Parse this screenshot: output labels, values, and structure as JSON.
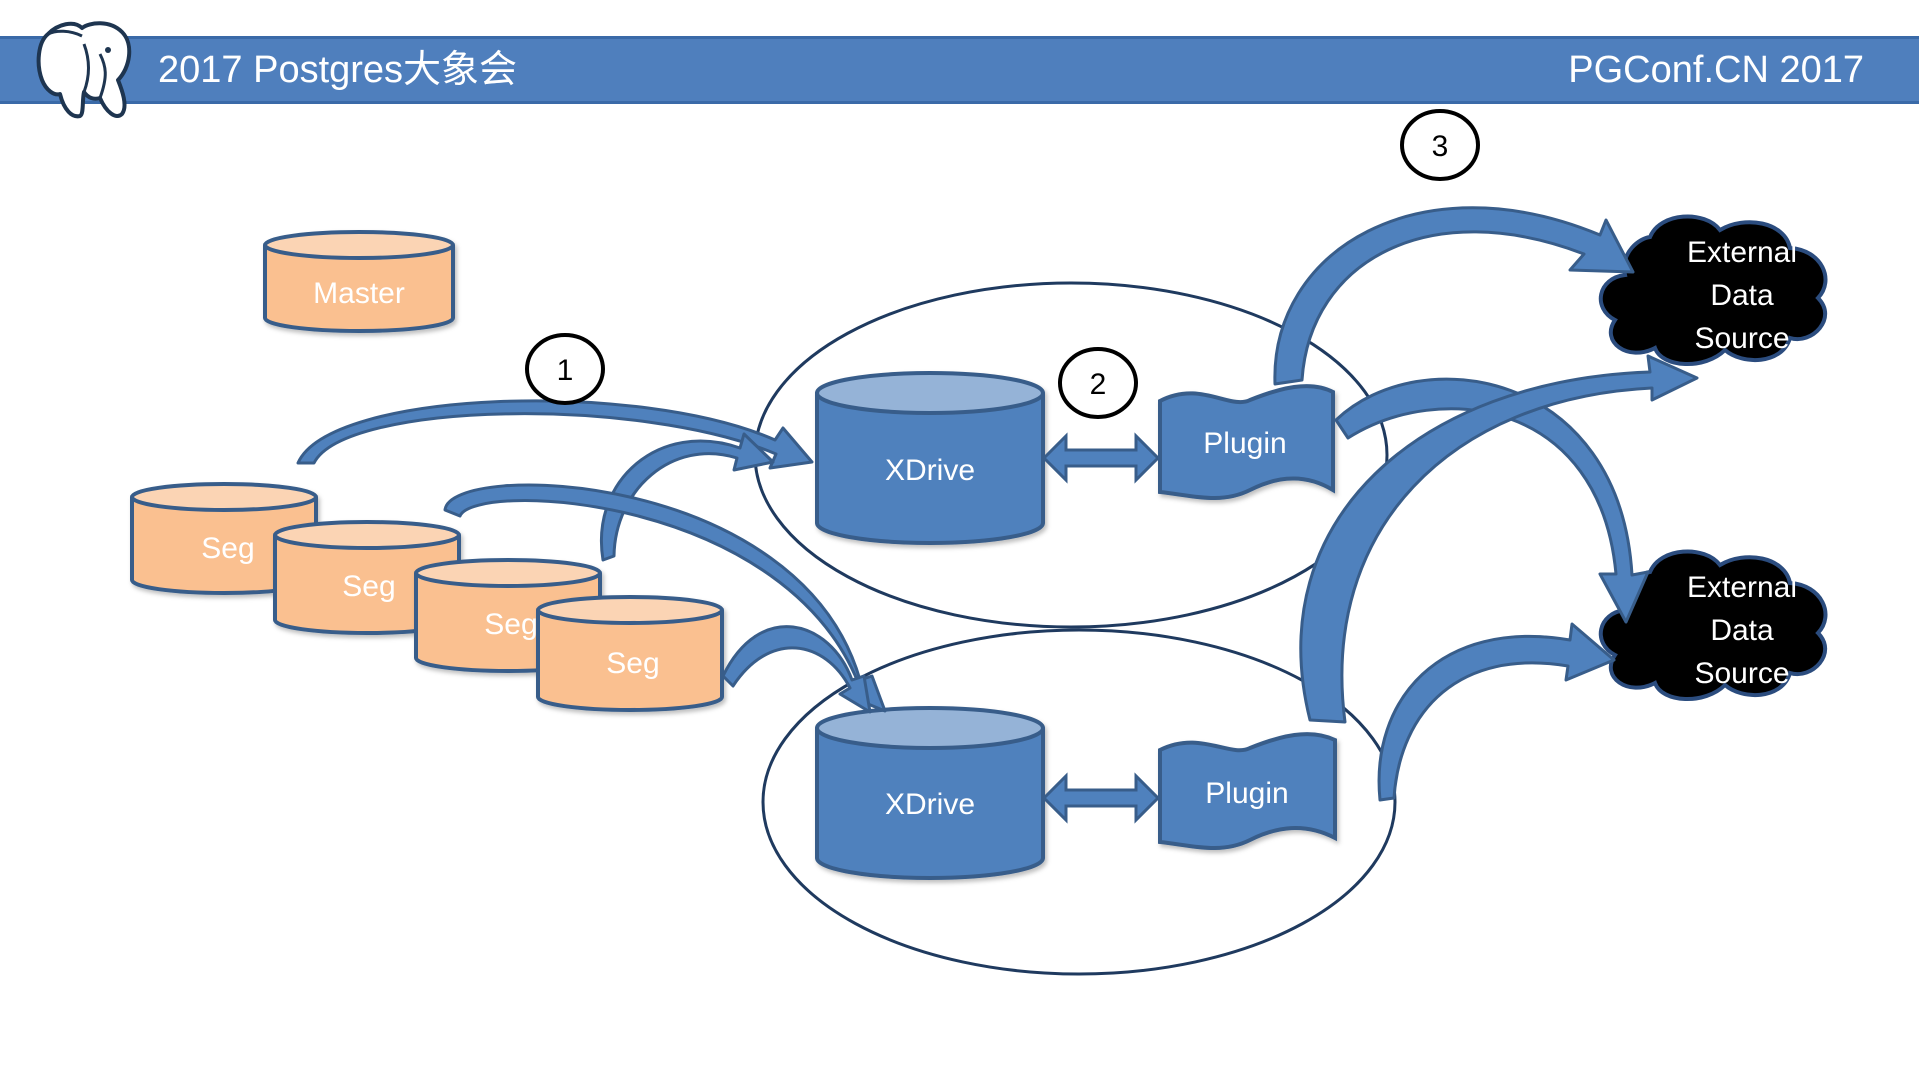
{
  "header": {
    "title": "2017 Postgres大象会",
    "right_title": "PGConf.CN 2017"
  },
  "colors": {
    "header_blue": "#4f7fbd",
    "node_blue": "#4f81bd",
    "node_top_blue": "#95b3d7",
    "node_stroke": "#385d8a",
    "seg_fill": "#fac090",
    "cloud_fill": "#000000"
  },
  "diagram": {
    "master_label": "Master",
    "seg_labels": [
      "Seg",
      "Seg",
      "Seg",
      "Seg"
    ],
    "xdrive_labels": [
      "XDrive",
      "XDrive"
    ],
    "plugin_labels": [
      "Plugin",
      "Plugin"
    ],
    "external_sources": [
      {
        "line1": "External",
        "line2": "Data",
        "line3": "Source"
      },
      {
        "line1": "External",
        "line2": "Data",
        "line3": "Source"
      }
    ],
    "steps": [
      "1",
      "2",
      "3"
    ]
  }
}
